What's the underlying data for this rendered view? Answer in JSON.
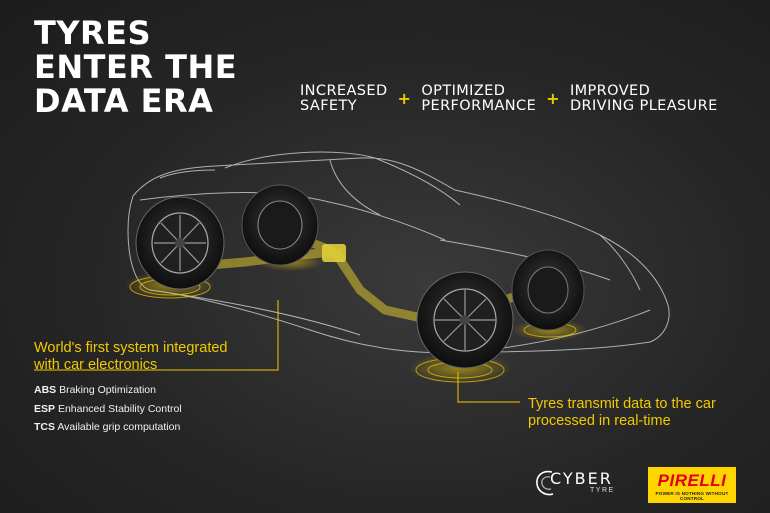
{
  "title": {
    "line1": "TYRES",
    "line2": "ENTER THE",
    "line3": "DATA ERA"
  },
  "benefits": [
    {
      "line1": "INCREASED",
      "line2": "SAFETY"
    },
    {
      "line1": "OPTIMIZED",
      "line2": "PERFORMANCE"
    },
    {
      "line1": "IMPROVED",
      "line2": "DRIVING PLEASURE"
    }
  ],
  "plus_sign": "+",
  "left_callout": {
    "heading_line1": "World's first system integrated",
    "heading_line2": "with car electronics",
    "features": [
      {
        "abbr": "ABS",
        "text": "Braking Optimization"
      },
      {
        "abbr": "ESP",
        "text": "Enhanced Stability Control"
      },
      {
        "abbr": "TCS",
        "text": "Available grip computation"
      }
    ]
  },
  "right_callout": {
    "line1": "Tyres transmit data to the car",
    "line2": "processed in real-time"
  },
  "logos": {
    "cyber_word": "CYBER",
    "cyber_sub": "TYRE",
    "pirelli_word": "PIRELLI",
    "pirelli_tagline": "POWER IS NOTHING WITHOUT CONTROL"
  },
  "colors": {
    "accent_yellow": "#f2c900",
    "background": "#262626",
    "pirelli_yellow": "#ffd500",
    "pirelli_red": "#e3001b"
  }
}
